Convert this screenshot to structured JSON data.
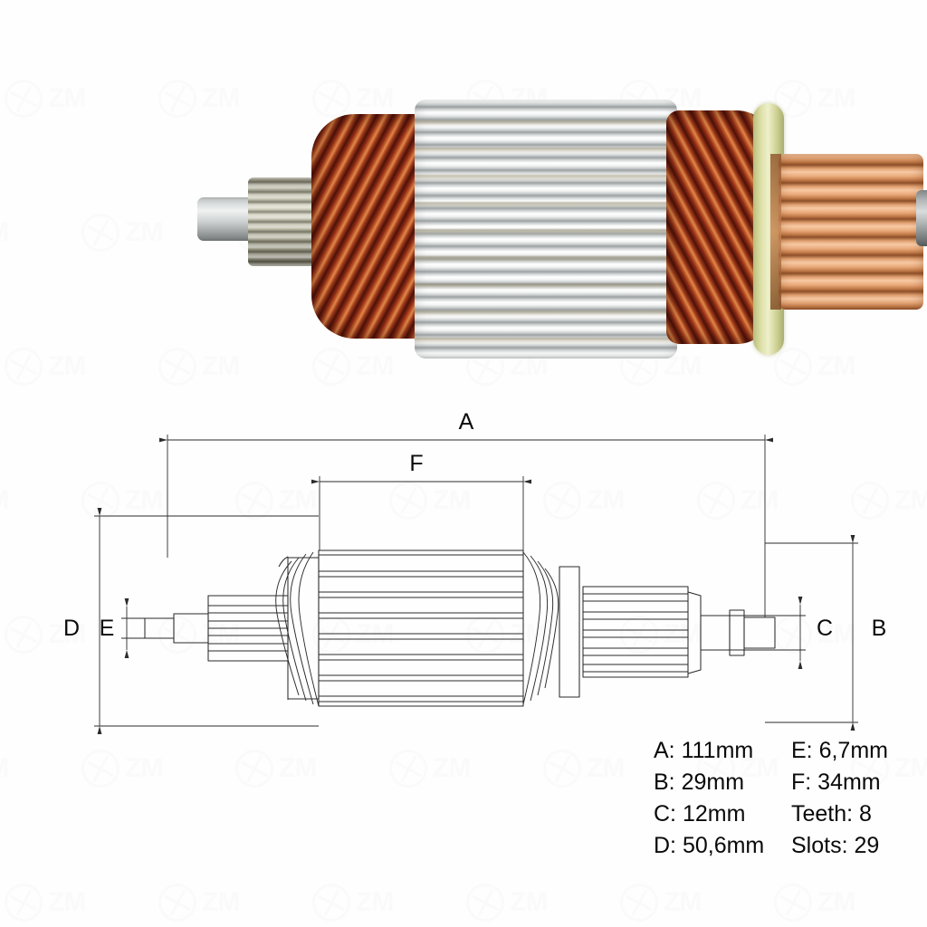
{
  "product": {
    "type": "starter-motor-armature",
    "photo_parts": [
      {
        "name": "shaft-end",
        "color": "#c9cccc"
      },
      {
        "name": "pinion-gear",
        "color": "#b9b7a2"
      },
      {
        "name": "winding-end-turns-left",
        "color": "#8c2b14"
      },
      {
        "name": "laminated-core",
        "color": "#e7eaea"
      },
      {
        "name": "winding-end-turns-right",
        "color": "#8c2b14"
      },
      {
        "name": "insulating-band",
        "color": "#dde0a6"
      },
      {
        "name": "commutator",
        "color": "#e8a878"
      },
      {
        "name": "bearing-journal",
        "color": "#b2b6b6"
      }
    ]
  },
  "watermark": {
    "text": "ZM",
    "color": "#f7f7f8"
  },
  "drawing": {
    "dimension_labels": {
      "A": "A",
      "B": "B",
      "C": "C",
      "D": "D",
      "E": "E",
      "F": "F"
    }
  },
  "specs": {
    "rows": [
      {
        "left_label": "A:",
        "left_value": "111mm",
        "right_label": "E:",
        "right_value": "6,7mm"
      },
      {
        "left_label": "B:",
        "left_value": "29mm",
        "right_label": "F:",
        "right_value": "34mm"
      },
      {
        "left_label": "C:",
        "left_value": "12mm",
        "right_label": "Teeth:",
        "right_value": "8"
      },
      {
        "left_label": "D:",
        "left_value": "50,6mm",
        "right_label": "Slots:",
        "right_value": "29"
      }
    ],
    "flat": {
      "A": "A: 111mm",
      "B": "B: 29mm",
      "C": "C: 12mm",
      "D": "D: 50,6mm",
      "E": "E: 6,7mm",
      "F": "F: 34mm",
      "teeth": "Teeth: 8",
      "slots": "Slots: 29"
    }
  }
}
